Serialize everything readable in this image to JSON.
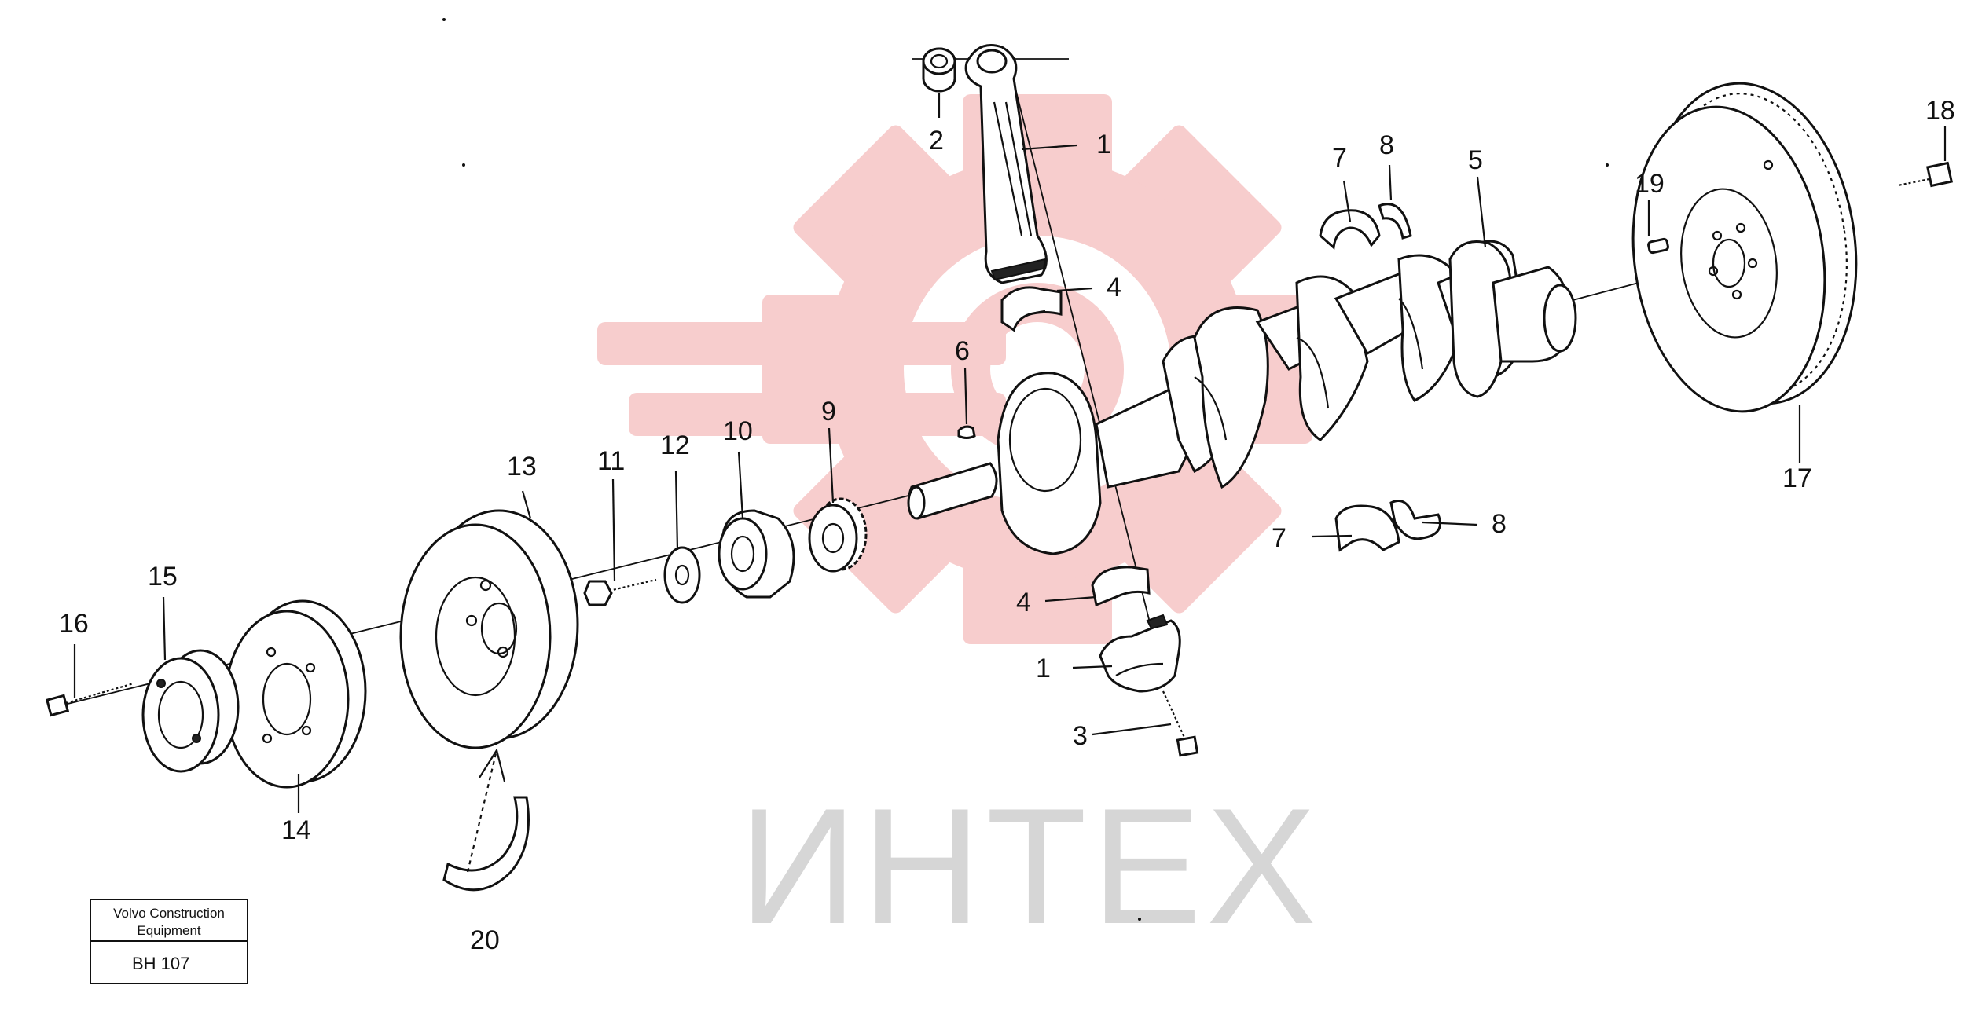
{
  "watermark": {
    "text": "ИНТЕХ",
    "gear_color": "#f7c8c8",
    "text_color": "#d6d6d6"
  },
  "title_block": {
    "line1": "Volvo Construction",
    "line2": "Equipment",
    "code": "BH 107"
  },
  "callouts": {
    "n1_rod": "1",
    "n2": "2",
    "n4_top": "4",
    "n6": "6",
    "n7_top": "7",
    "n8_top": "8",
    "n5": "5",
    "n19": "19",
    "n18": "18",
    "n17": "17",
    "n9": "9",
    "n10": "10",
    "n12": "12",
    "n11": "11",
    "n13": "13",
    "n15": "15",
    "n16": "16",
    "n14": "14",
    "n20": "20",
    "n7_bottom": "7",
    "n8_bottom": "8",
    "n4_bottom": "4",
    "n1_cap": "1",
    "n3": "3"
  }
}
